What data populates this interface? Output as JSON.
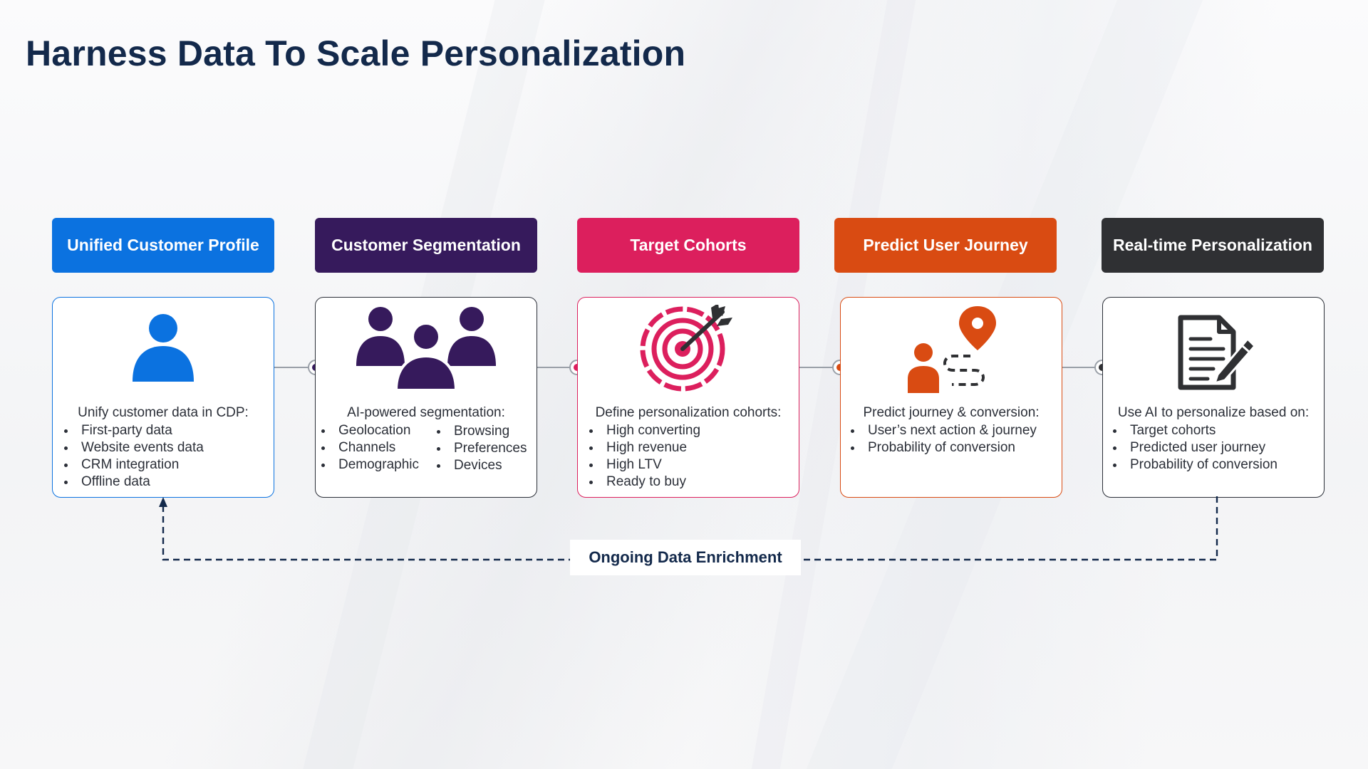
{
  "title": "Harness Data To Scale Personalization",
  "colors": {
    "blue": "#0b72e0",
    "purple": "#361a5c",
    "pink": "#dc1f5d",
    "orange": "#d94b12",
    "dark": "#2f3033",
    "navy": "#13294b"
  },
  "steps": [
    {
      "header": "Unified Customer Profile",
      "icon": "person-icon",
      "lead": "Unify customer data in CDP:",
      "items": [
        "First-party data",
        "Website events data",
        "CRM integration",
        "Offline data"
      ]
    },
    {
      "header": "Customer Segmentation",
      "icon": "group-icon",
      "lead": "AI-powered segmentation:",
      "items_col1": [
        "Geolocation",
        "Channels",
        "Demographic"
      ],
      "items_col2": [
        "Browsing",
        "Preferences",
        "Devices"
      ]
    },
    {
      "header": "Target Cohorts",
      "icon": "target-icon",
      "lead": "Define personalization cohorts:",
      "items": [
        "High converting",
        "High revenue",
        "High LTV",
        "Ready to buy"
      ]
    },
    {
      "header": "Predict User Journey",
      "icon": "journey-path-icon",
      "lead": "Predict journey & conversion:",
      "items": [
        "User’s next action & journey",
        "Probability of conversion"
      ]
    },
    {
      "header": "Real-time Personalization",
      "icon": "document-edit-icon",
      "lead": "Use AI to personalize based on:",
      "items": [
        "Target cohorts",
        "Predicted user journey",
        "Probability of conversion"
      ]
    }
  ],
  "loop_label": "Ongoing Data Enrichment"
}
